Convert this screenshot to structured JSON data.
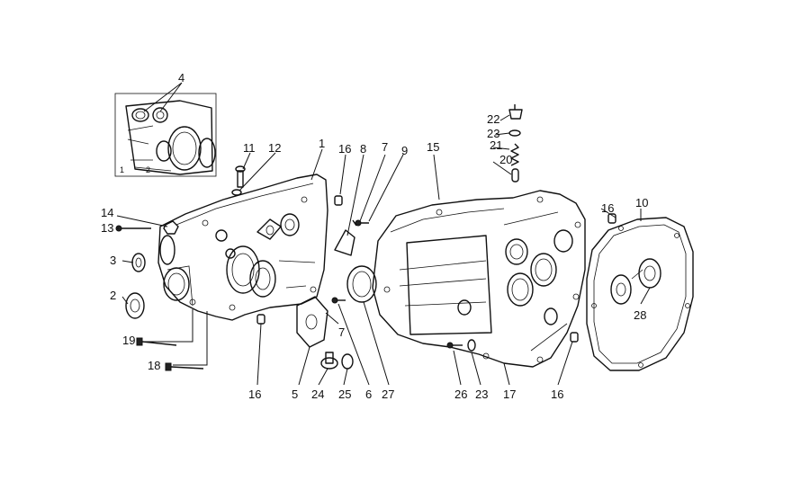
{
  "callouts": [
    {
      "id": "c4",
      "text": "4"
    },
    {
      "id": "c11",
      "text": "11"
    },
    {
      "id": "c12",
      "text": "12"
    },
    {
      "id": "c1",
      "text": "1"
    },
    {
      "id": "c16a",
      "text": "16"
    },
    {
      "id": "c8",
      "text": "8"
    },
    {
      "id": "c7a",
      "text": "7"
    },
    {
      "id": "c9",
      "text": "9"
    },
    {
      "id": "c15",
      "text": "15"
    },
    {
      "id": "c22",
      "text": "22"
    },
    {
      "id": "c23a",
      "text": "23"
    },
    {
      "id": "c21",
      "text": "21"
    },
    {
      "id": "c20",
      "text": "20"
    },
    {
      "id": "c16b",
      "text": "16"
    },
    {
      "id": "c10",
      "text": "10"
    },
    {
      "id": "c14",
      "text": "14"
    },
    {
      "id": "c13",
      "text": "13"
    },
    {
      "id": "c3",
      "text": "3"
    },
    {
      "id": "c2",
      "text": "2"
    },
    {
      "id": "c19",
      "text": "19"
    },
    {
      "id": "c18",
      "text": "18"
    },
    {
      "id": "c16c",
      "text": "16"
    },
    {
      "id": "c5",
      "text": "5"
    },
    {
      "id": "c24",
      "text": "24"
    },
    {
      "id": "c25",
      "text": "25"
    },
    {
      "id": "c6",
      "text": "6"
    },
    {
      "id": "c27",
      "text": "27"
    },
    {
      "id": "c7b",
      "text": "7"
    },
    {
      "id": "c26",
      "text": "26"
    },
    {
      "id": "c23b",
      "text": "23"
    },
    {
      "id": "c17",
      "text": "17"
    },
    {
      "id": "c16d",
      "text": "16"
    },
    {
      "id": "c28",
      "text": "28"
    }
  ],
  "inset_labels": {
    "left": "1",
    "right": "2"
  }
}
